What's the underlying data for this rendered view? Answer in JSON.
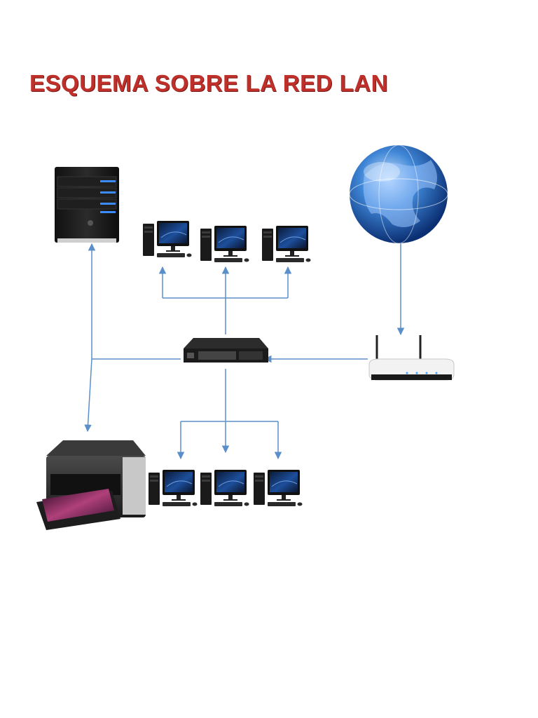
{
  "title": "ESQUEMA SOBRE LA RED LAN",
  "colors": {
    "title": "#c0302a",
    "connector": "#5b8fc9"
  },
  "nodes": [
    {
      "id": "server",
      "icon": "server-tower-icon"
    },
    {
      "id": "internet",
      "icon": "globe-icon"
    },
    {
      "id": "switch",
      "icon": "network-switch-icon"
    },
    {
      "id": "router",
      "icon": "wifi-router-icon"
    },
    {
      "id": "printer",
      "icon": "printer-icon"
    },
    {
      "id": "pc-top-1",
      "icon": "desktop-computer-icon"
    },
    {
      "id": "pc-top-2",
      "icon": "desktop-computer-icon"
    },
    {
      "id": "pc-top-3",
      "icon": "desktop-computer-icon"
    },
    {
      "id": "pc-bottom-1",
      "icon": "desktop-computer-icon"
    },
    {
      "id": "pc-bottom-2",
      "icon": "desktop-computer-icon"
    },
    {
      "id": "pc-bottom-3",
      "icon": "desktop-computer-icon"
    }
  ],
  "edges": [
    {
      "from": "switch",
      "to": "server",
      "directed": true
    },
    {
      "from": "switch",
      "to": "printer",
      "directed": true
    },
    {
      "from": "switch",
      "to": "pc-top-1",
      "directed": true
    },
    {
      "from": "switch",
      "to": "pc-top-2",
      "directed": true
    },
    {
      "from": "switch",
      "to": "pc-top-3",
      "directed": true
    },
    {
      "from": "switch",
      "to": "pc-bottom-1",
      "directed": true
    },
    {
      "from": "switch",
      "to": "pc-bottom-2",
      "directed": true
    },
    {
      "from": "switch",
      "to": "pc-bottom-3",
      "directed": true
    },
    {
      "from": "internet",
      "to": "router",
      "directed": true
    },
    {
      "from": "router",
      "to": "switch",
      "directed": true
    }
  ]
}
